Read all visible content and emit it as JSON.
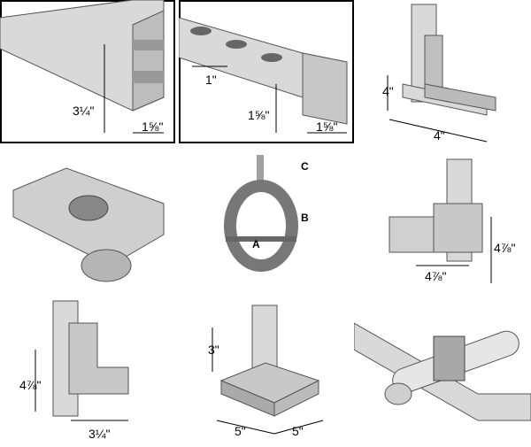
{
  "panels": {
    "channel_back_to_back": {
      "height": "3¼\"",
      "width": "1⅝\""
    },
    "channel_slotted": {
      "slot_spacing": "1\"",
      "height": "1⅝\"",
      "width": "1⅝\""
    },
    "corner_angle_fitting": {
      "height": "4\"",
      "width": "4\""
    },
    "spring_nut": {},
    "clevis_hanger": {
      "label_a": "A",
      "label_b": "B",
      "label_c": "C"
    },
    "corner_gusset_fitting": {
      "height": "4⅞\"",
      "width": "4⅞\""
    },
    "flat_corner_plate": {
      "height": "4⅞\"",
      "width": "3¼\""
    },
    "post_base": {
      "height": "3\"",
      "width_left": "5\"",
      "width_right": "5\""
    },
    "pipe_clamp": {}
  }
}
